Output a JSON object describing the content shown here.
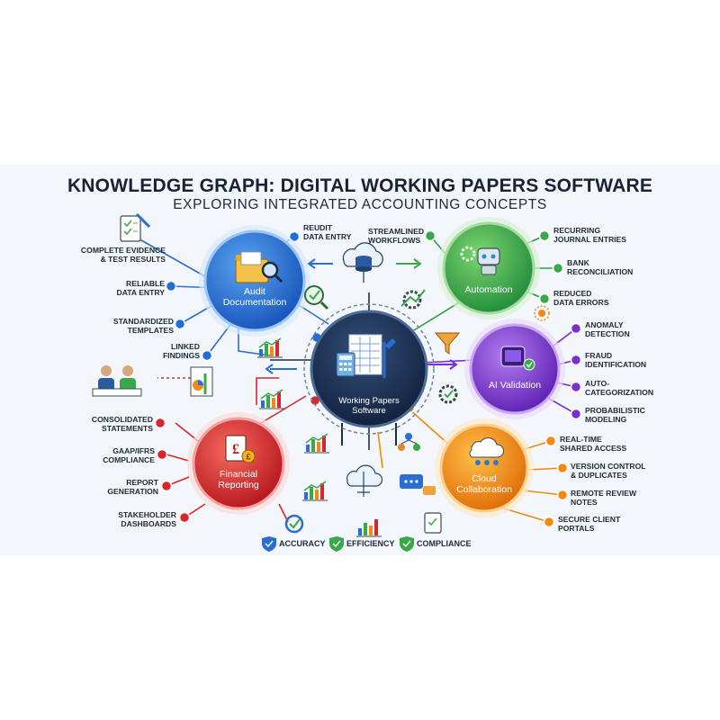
{
  "title": "KNOWLEDGE GRAPH: DIGITAL WORKING PAPERS SOFTWARE",
  "subtitle": "EXPLORING INTEGRATED ACCOUNTING CONCEPTS",
  "center": {
    "line1": "Working Papers",
    "line2": "Software"
  },
  "hubs": {
    "audit": {
      "line1": "Audit",
      "line2": "Documentation",
      "color": "#1f6fd6"
    },
    "automation": {
      "line1": "Automation",
      "line2": "",
      "color": "#3aa84a"
    },
    "ai": {
      "line1": "AI Validation",
      "line2": "",
      "color": "#7b2fd0"
    },
    "cloud": {
      "line1": "Cloud",
      "line2": "Collaboration",
      "color": "#f08a10"
    },
    "financial": {
      "line1": "Financial",
      "line2": "Reporting",
      "color": "#d9262c"
    }
  },
  "audit_labels": [
    "Complete Evidence",
    "& Test Results",
    "Reliable",
    "Data Entry",
    "Standardized",
    "Templates",
    "Linked",
    "Findings"
  ],
  "top_labels": [
    "Reudit",
    "Data Entry",
    "Streamlined",
    "Workflows"
  ],
  "automation_labels": [
    "Recurring",
    "Journal Entries",
    "Bank",
    "Reconciliation",
    "Reduced",
    "Data Errors"
  ],
  "ai_labels": [
    "Anomaly",
    "Detection",
    "Fraud",
    "Identification",
    "Auto-",
    "Categorization",
    "Probabilistic",
    "Modeling"
  ],
  "cloud_labels": [
    "Real-Time",
    "Shared Access",
    "Version Control",
    "& Duplicates",
    "Remote Review",
    "Notes",
    "Secure Client",
    "Portals"
  ],
  "financial_labels": [
    "Consolidated",
    "Statements",
    "GAAP/IFRS",
    "Compliance",
    "Report",
    "Generation",
    "Stakeholder",
    "Dashboards"
  ],
  "legend": [
    "Accuracy",
    "Efficiency",
    "Compliance"
  ],
  "icons": [
    "database-cloud-icon",
    "magnifier-check-icon",
    "gear-chart-icon",
    "funnel-icon",
    "gear-check-icon",
    "people-icon",
    "chat-icon",
    "cloud-upload-icon",
    "bar-chart-icon",
    "clipboard-icon",
    "folder-search-icon",
    "robot-icon",
    "brain-icon",
    "pound-document-icon",
    "calculator-spreadsheet-icon"
  ]
}
